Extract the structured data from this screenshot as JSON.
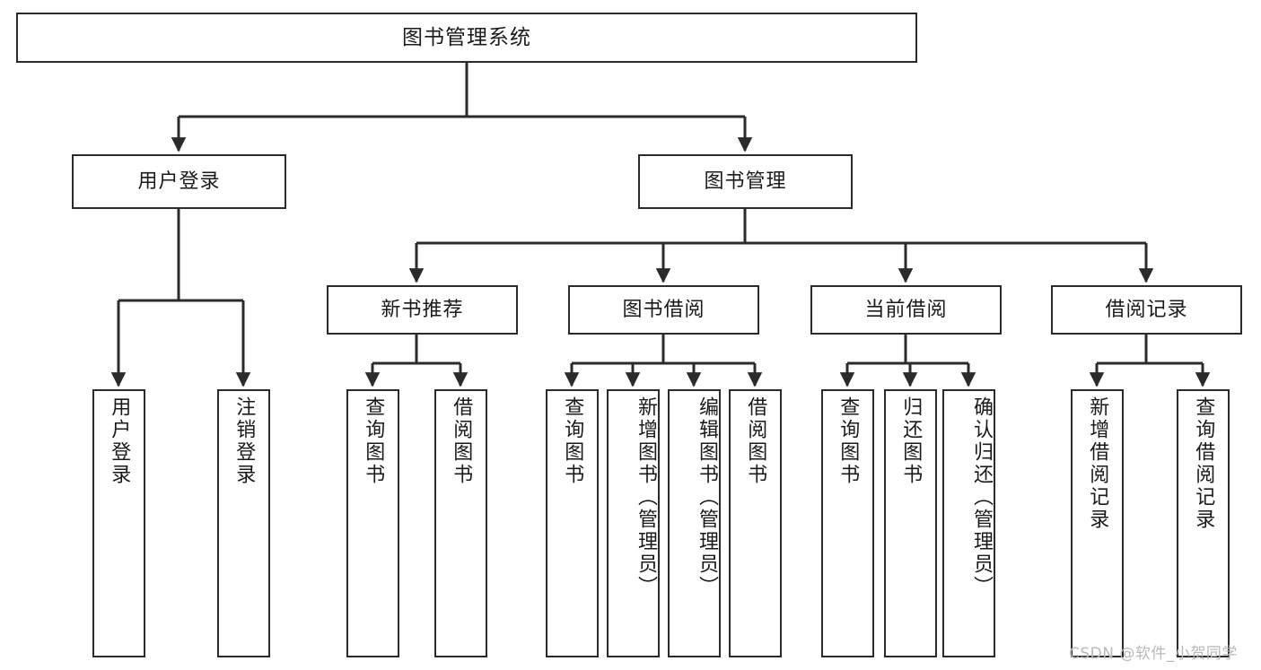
{
  "diagram": {
    "title": "图书管理系统",
    "type": "tree-hierarchy",
    "root": {
      "label": "图书管理系统"
    },
    "level1": [
      {
        "label": "用户登录"
      },
      {
        "label": "图书管理"
      }
    ],
    "level2": [
      {
        "label": "新书推荐",
        "parent": "图书管理"
      },
      {
        "label": "图书借阅",
        "parent": "图书管理"
      },
      {
        "label": "当前借阅",
        "parent": "图书管理"
      },
      {
        "label": "借阅记录",
        "parent": "图书管理"
      }
    ],
    "leaves": {
      "user_login": [
        {
          "label": "用户登录"
        },
        {
          "label": "注销登录"
        }
      ],
      "new_book_recommend": [
        {
          "label": "查询图书"
        },
        {
          "label": "借阅图书"
        }
      ],
      "book_borrow": [
        {
          "label": "查询图书"
        },
        {
          "label": "新增图书（管理员）"
        },
        {
          "label": "编辑图书（管理员）"
        },
        {
          "label": "借阅图书"
        }
      ],
      "current_borrow": [
        {
          "label": "查询图书"
        },
        {
          "label": "归还图书"
        },
        {
          "label": "确认归还（管理员）"
        }
      ],
      "borrow_record": [
        {
          "label": "新增借阅记录"
        },
        {
          "label": "查询借阅记录"
        }
      ]
    }
  },
  "watermark": {
    "text": "CSDN @软件_小贺同学"
  },
  "colors": {
    "stroke": "#2b2b2b",
    "fill": "#ffffff",
    "text": "#1a1a1a",
    "watermark": "#b9b9b9"
  }
}
